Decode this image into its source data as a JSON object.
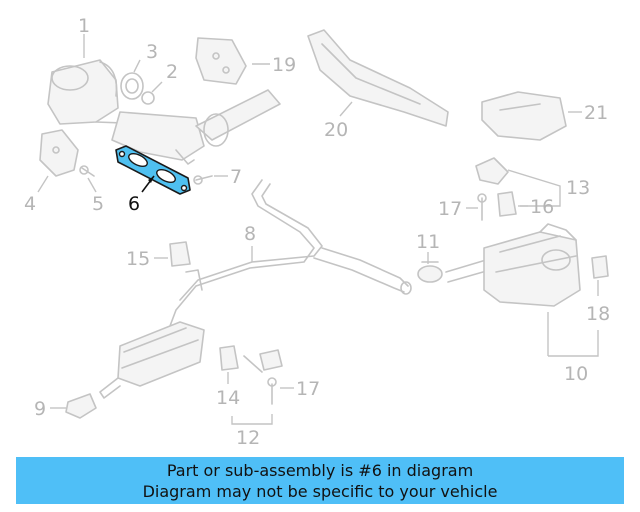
{
  "callouts": {
    "c1": "1",
    "c2": "2",
    "c3": "3",
    "c4": "4",
    "c5": "5",
    "c6": "6",
    "c7": "7",
    "c8": "8",
    "c9": "9",
    "c10": "10",
    "c11": "11",
    "c12": "12",
    "c13": "13",
    "c14": "14",
    "c15": "15",
    "c16": "16",
    "c17a": "17",
    "c17b": "17",
    "c18": "18",
    "c19": "19",
    "c20": "20",
    "c21": "21"
  },
  "highlighted_part": "6",
  "colors": {
    "highlight": "#4fc0f0",
    "banner": "#4fbff7",
    "linework": "#c4c4c4"
  },
  "banner": {
    "line1": "Part or sub-assembly is #6 in diagram",
    "line2": "Diagram may not be specific to your vehicle"
  }
}
